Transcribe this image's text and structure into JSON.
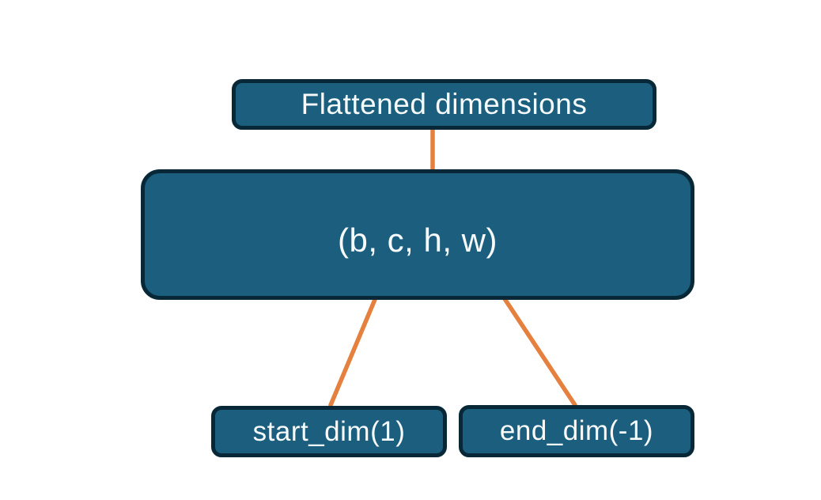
{
  "colors": {
    "background": "#ffffff",
    "box_fill": "#1b5e7e",
    "box_border": "#082838",
    "accent": "#e5803e",
    "text": "#f7fafb"
  },
  "nodes": {
    "flattened": {
      "label": "Flattened dimensions"
    },
    "tensor": {
      "label": "(b, c, h, w)"
    },
    "start_dim": {
      "label": "start_dim(1)"
    },
    "end_dim": {
      "label": "end_dim(-1)"
    }
  }
}
